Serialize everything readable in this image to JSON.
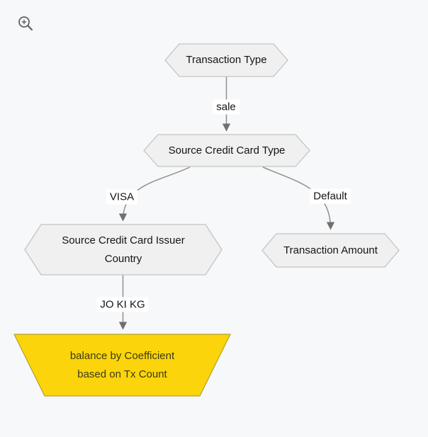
{
  "canvas": {
    "background": "#f7f8fa"
  },
  "toolbar": {
    "zoom_icon": "zoom-in-magnifier",
    "icon_color": "#5f6368"
  },
  "diagram": {
    "type": "flowchart-decision-tree",
    "colors": {
      "node_fill": "#f0f0f0",
      "node_stroke": "#c3c3c3",
      "edge_stroke": "#8f8f8f",
      "arrowhead": "#707070",
      "leaf_fill": "#fbd40b",
      "leaf_stroke": "#b4a229",
      "leaf_text": "#3a3a12",
      "text": "#141414"
    },
    "nodes": [
      {
        "id": "transaction-type",
        "shape": "hexagon",
        "lines": [
          "Transaction Type"
        ]
      },
      {
        "id": "source-credit-card-type",
        "shape": "hexagon",
        "lines": [
          "Source Credit Card Type"
        ]
      },
      {
        "id": "source-credit-card-issuer-country",
        "shape": "hexagon",
        "lines": [
          "Source Credit Card Issuer",
          "Country"
        ]
      },
      {
        "id": "transaction-amount",
        "shape": "hexagon",
        "lines": [
          "Transaction Amount"
        ]
      },
      {
        "id": "balance-by-coefficient",
        "shape": "inverted-trapezoid",
        "lines": [
          "balance by Coefficient",
          "based on Tx Count"
        ]
      }
    ],
    "edges": [
      {
        "from": "transaction-type",
        "to": "source-credit-card-type",
        "label": "sale"
      },
      {
        "from": "source-credit-card-type",
        "to": "source-credit-card-issuer-country",
        "label": "VISA"
      },
      {
        "from": "source-credit-card-type",
        "to": "transaction-amount",
        "label": "Default"
      },
      {
        "from": "source-credit-card-issuer-country",
        "to": "balance-by-coefficient",
        "label": "JO KI KG"
      }
    ]
  }
}
